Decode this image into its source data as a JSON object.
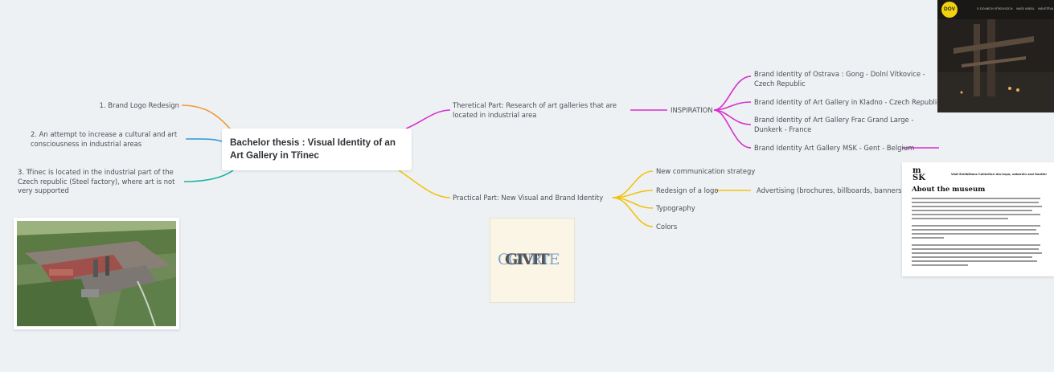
{
  "central": {
    "title": "Bachelor thesis : Visual Identity of an Art Gallery in Třinec"
  },
  "left_branches": [
    {
      "text": "1. Brand Logo Redesign",
      "color": "#f39a3b"
    },
    {
      "text": "2. An attempt to increase a cultural and art consciousness in industrial areas",
      "color": "#3b9be0"
    },
    {
      "text": "3. Třinec is located in the industrial part of the Czech republic (Steel factory), where art is not very supported",
      "color": "#1ab3a0"
    }
  ],
  "theoretical": {
    "text": "Theretical Part: Research of art galleries that are located in industrial area",
    "color": "#d62fd0",
    "child": "INSPIRATION",
    "items": [
      "Brand Identity of Ostrava : Gong - Dolní Vítkovice - Czech Republic",
      "Brand Identity of Art Gallery in Kladno - Czech Republic",
      "Brand Identity of Art Gallery Frac Grand Large - Dunkerk - France",
      "Brand Identity Art Gallery MSK - Gent - Belgium"
    ]
  },
  "practical": {
    "text": "Practical Part: New Visual and Brand Identity",
    "color": "#f2c20f",
    "items": [
      "New communication strategy",
      "Redesign of a logo",
      "Typography",
      "Colors"
    ],
    "logo_child": "Advertising (brochures, billboards, banners)"
  },
  "logo_image": {
    "letters_back": "GGNRTE",
    "letters_front": "GIVIT"
  },
  "dark_card": {
    "badge": "DOV",
    "nav": [
      "O DOLNÍCH VÍTKOVICÍCH",
      "NAŠE AREÁL",
      "NÁVŠTĚVA"
    ]
  },
  "msk_card": {
    "logo_top": "m",
    "logo_bottom": "SK",
    "nav": "Visit  Exhibitions  Collection  Um-expo, ueberein and Gantier",
    "heading": "About the museum"
  }
}
